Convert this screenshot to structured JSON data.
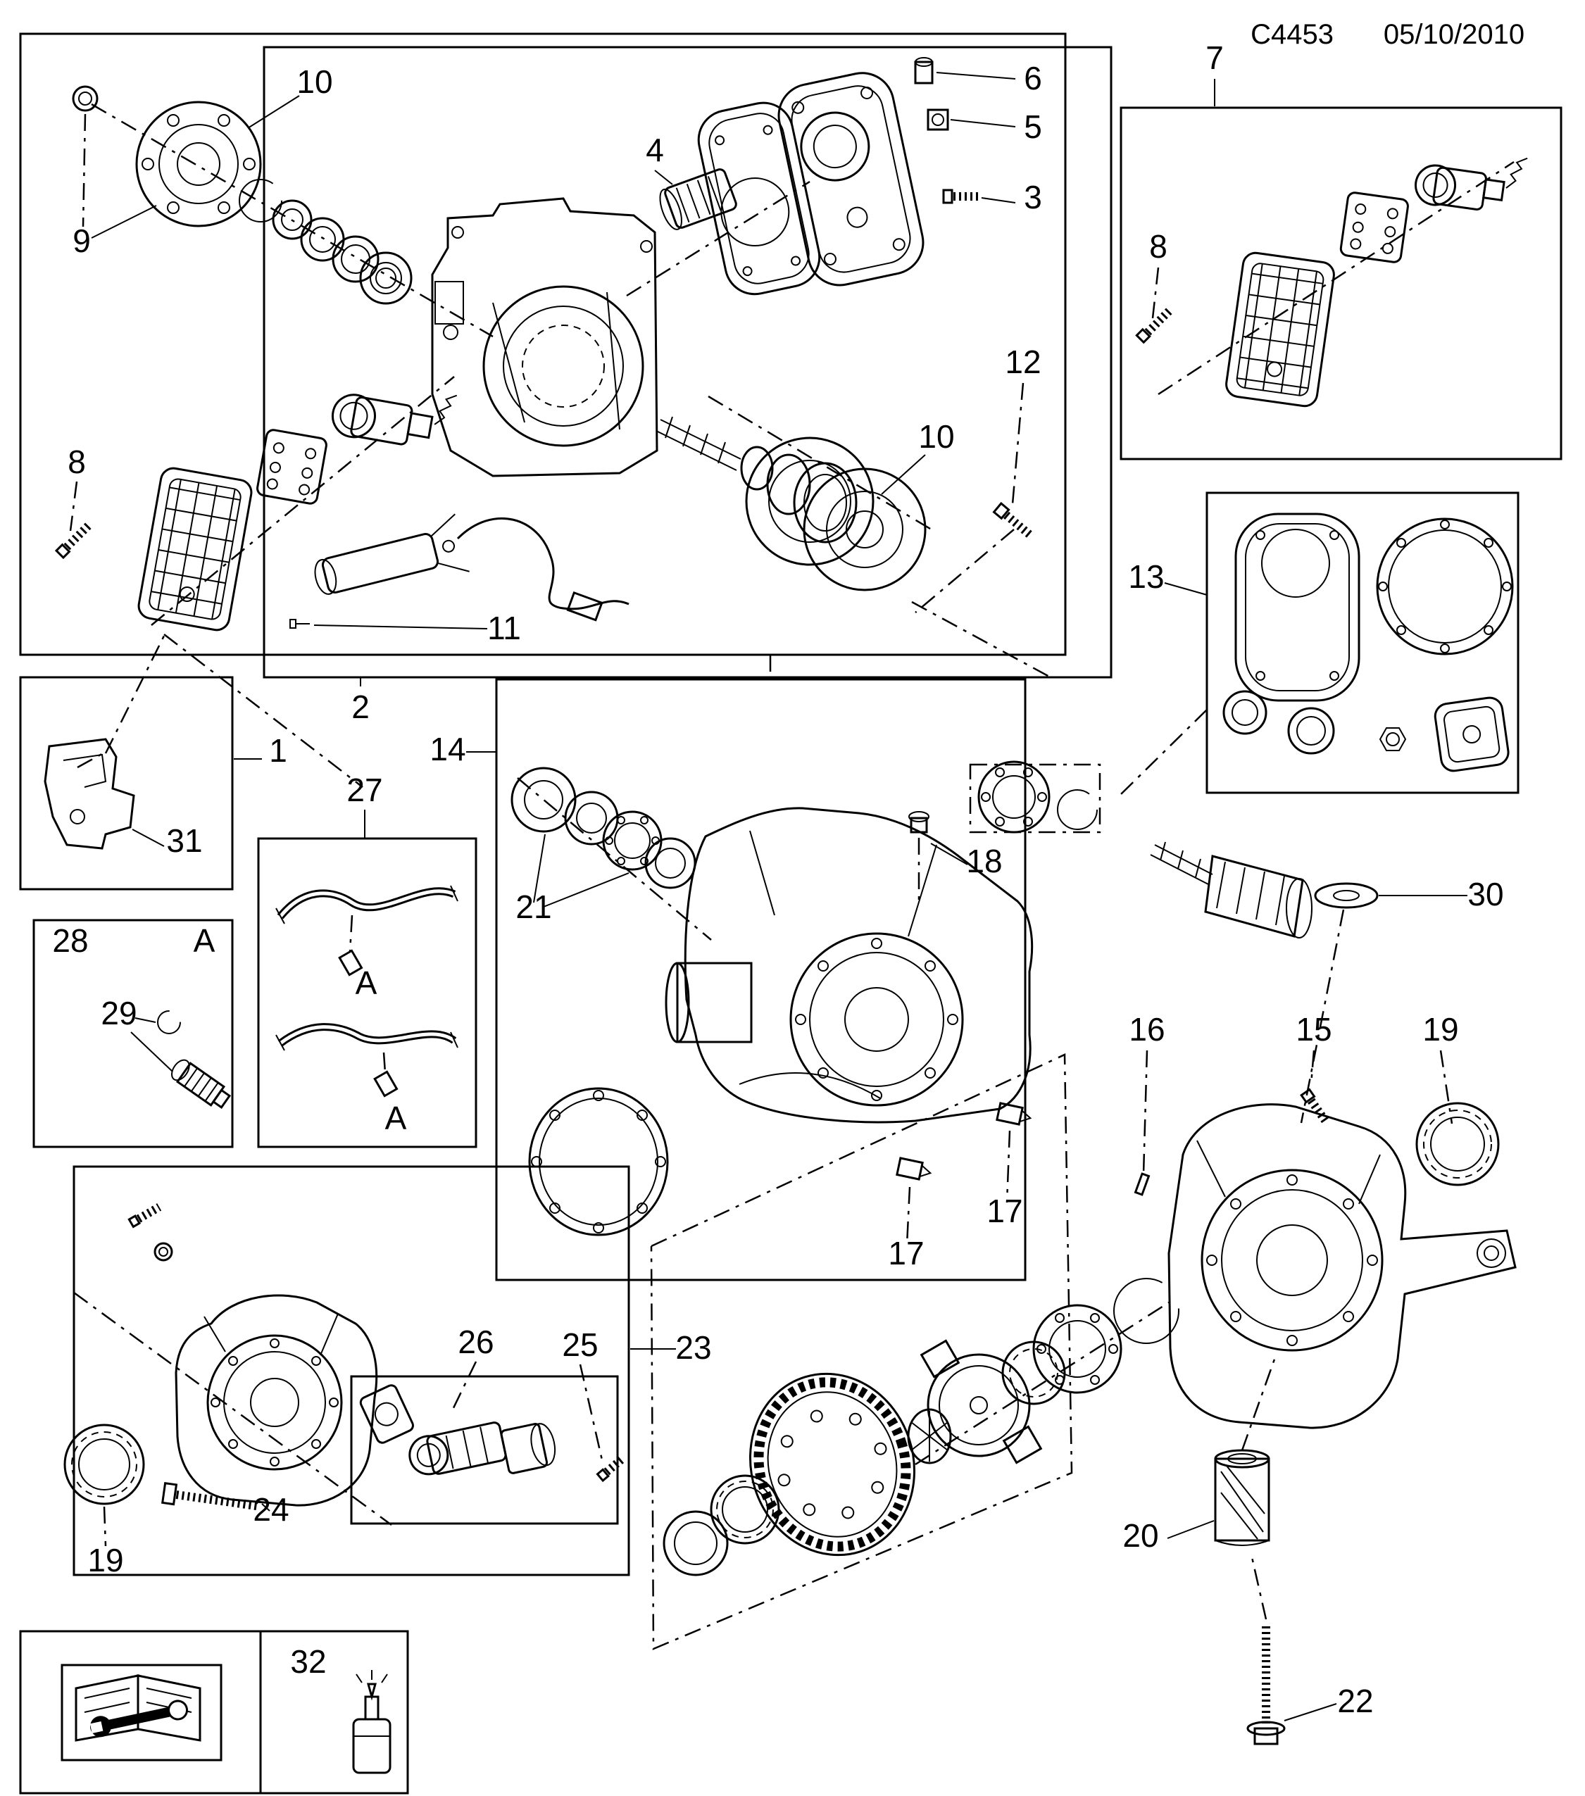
{
  "header": {
    "code": "C4453",
    "date": "05/10/2010"
  },
  "colors": {
    "ink": "#000000",
    "paper": "#ffffff"
  },
  "callouts": {
    "c1": "1",
    "c2": "2",
    "c3": "3",
    "c4": "4",
    "c5": "5",
    "c6": "6",
    "c7": "7",
    "c8_left": "8",
    "c8_box7": "8",
    "c9": "9",
    "c10_flange": "10",
    "c10_release": "10",
    "c11": "11",
    "c12": "12",
    "c13": "13",
    "c14": "14",
    "c15": "15",
    "c16": "16",
    "c17_drain": "17",
    "c17_fill": "17",
    "c18": "18",
    "c19_right": "19",
    "c19_left": "19",
    "c20": "20",
    "c21": "21",
    "c22": "22",
    "c23": "23",
    "c24": "24",
    "c25": "25",
    "c26": "26",
    "c27": "27",
    "c28": "28",
    "c29": "29",
    "c30": "30",
    "c31": "31",
    "c32": "32",
    "a_box28": "A",
    "a_pipe1": "A",
    "a_pipe2": "A"
  }
}
